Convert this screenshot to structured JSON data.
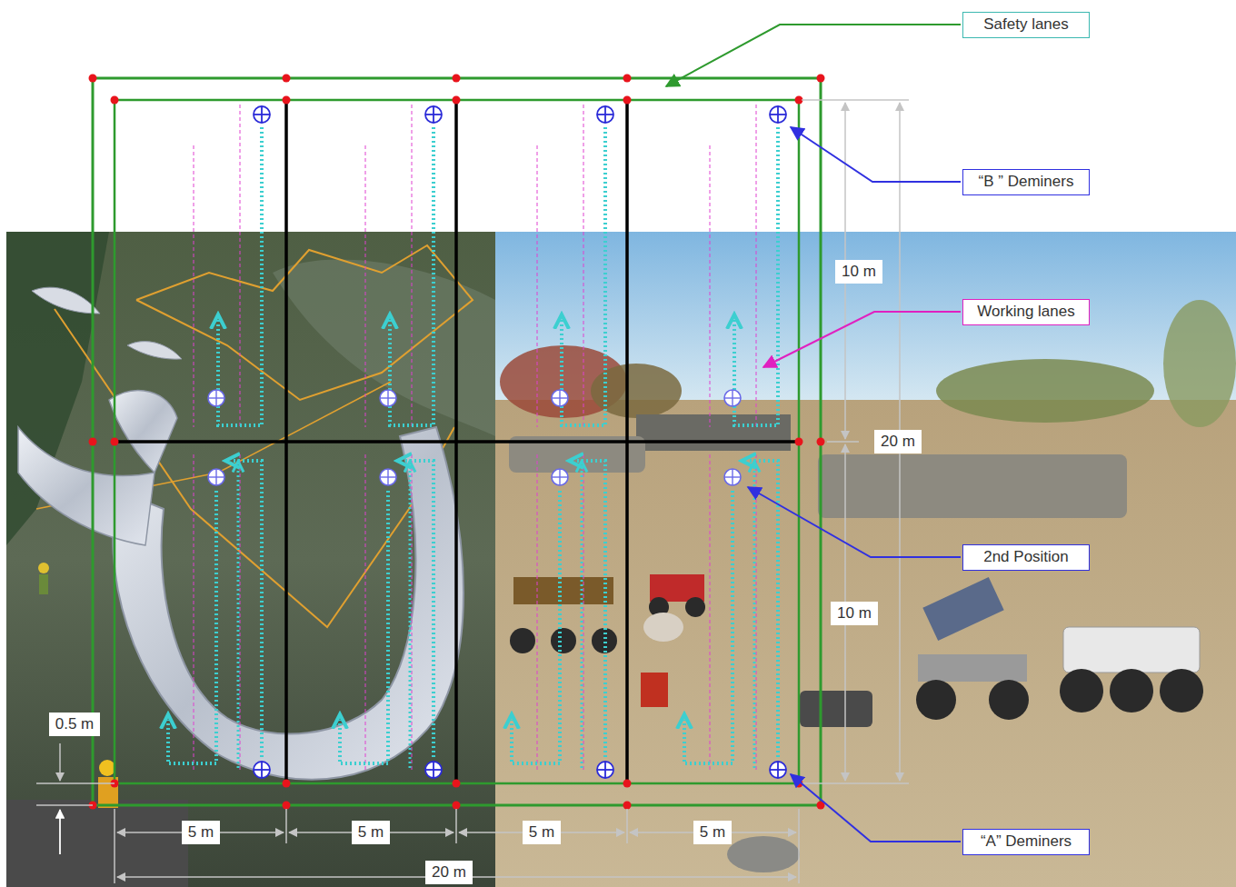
{
  "diagram": {
    "nodes": [
      {
        "text": [
          "Safety lanes"
        ]
      },
      {
        "text": [
          "“B ” Deminers"
        ]
      },
      {
        "text": [
          "Working lanes"
        ]
      },
      {
        "text": [
          "2nd Position"
        ]
      },
      {
        "text": [
          "“A” Deminers"
        ]
      }
    ],
    "labels": [
      "10 m",
      "20 m",
      "10 m",
      "0.5 m",
      "5 m",
      "5 m",
      "5 m",
      "5 m",
      "20 m"
    ]
  }
}
